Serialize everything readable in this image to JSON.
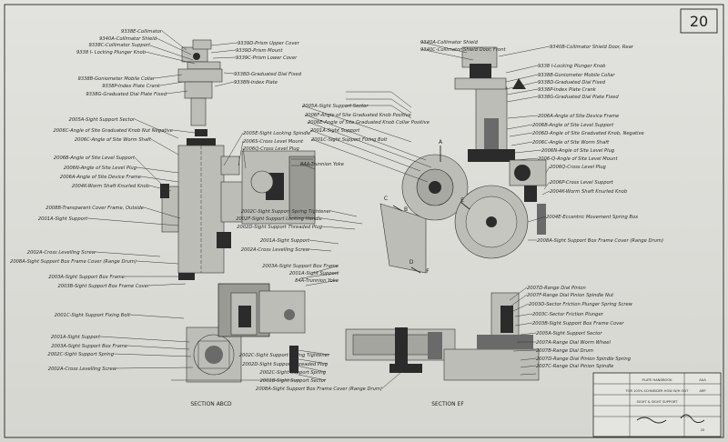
{
  "sheet": {
    "number": "20"
  },
  "sections": {
    "abcd": "SECTION ABCD",
    "ef": "SECTION EF"
  },
  "plane_marks": {
    "a": "A",
    "b": "B",
    "c": "C",
    "d": "D",
    "e": "E",
    "f": "F"
  },
  "labels_left": [
    "9338E-Collimator",
    "9340A-Collimator Shield",
    "9338C-Collimator Support",
    "9338 I- Locking Plunger Knob",
    "9338B-Goniometer Mobile Collar",
    "9338P-Index Plate Crank",
    "9338G-Graduated Dial Plate Fixed",
    "2005A-Sight Support Sector",
    "2006C-Angle of Site Graduated Knob Nut Negative",
    "2006C-Angle of Site Worm Shaft",
    "2006B-Angle of Site Level Support",
    "2006N-Angle of Site Level Plug",
    "2006A-Angle of Site Device Frame",
    "2004K-Worm Shaft Knurled Knob",
    "2008B-Transparent Cover Frame, Outside",
    "2001A-Sight Support",
    "2002A-Cross Levelling Screw",
    "2008A-Sight Support Box Frame Cover (Range Drum)",
    "2003A-Sight Support Box Frame",
    "2003B-Sight Support Box Frame Cover",
    "2001C-Sight Support Fixing Bolt",
    "2001A-Sight Support",
    "2003A-Sight Support Box Frame",
    "2002C-Sight Support Spring",
    "2002A-Cross Levelling Screw"
  ],
  "labels_top_center": [
    "9339D-Prism Upper Cover",
    "9339D-Prism Mount",
    "9339C-Prism Lower Cover",
    "9338D-Graduated Dial Fixed",
    "9338N-Index Plate",
    "2005E-Sight Locking Spindle",
    "2006S-Cross Level Mount",
    "2006Q-Cross Level Plug",
    "84A-Trunnion Yoke",
    "2005A-Sight Support Sector",
    "2006F-Angle of Site Graduated Knob Positive",
    "2006E-Angle of Site Graduated Knob Collar Positive",
    "2001A-Sight Support",
    "2001C-Sight Support Fixing Bolt"
  ],
  "labels_mid_center": [
    "2002C-Sight Support Spring Tightener",
    "2002F-Sight Support Locking Handle",
    "2002D-Sight Support Threaded Plug",
    "2001A-Sight Support",
    "2002A-Cross Levelling Screw",
    "2003A-Sight Support Box Frame",
    "2001A-Sight Support",
    "84A-Trunnion Yoke"
  ],
  "labels_bottom_center": [
    "2002C-Sight Support Spring Tightener",
    "2002D-Sight Support Threaded Plug",
    "2002C-Sight Support Spring",
    "2001B-Sight Support Sector",
    "2008A-Sight Support Box Frame Cover (Range Drum)"
  ],
  "labels_right": [
    "9340A-Collimator Shield",
    "9340C-Collimator Shield Door, Front",
    "9340B-Collimator Shield Door, Rear",
    "9338 I-Locking Plunger Knob",
    "9338B-Goniometer Mobile Collar",
    "9338D-Graduated Dial Fixed",
    "9338P-Index Plate Crank",
    "9338G-Graduated Dial Plate Fixed",
    "2006A-Angle of Site Device Frame",
    "2006B-Angle of Site Level Support",
    "2006D-Angle of Site Graduated Knob, Negative",
    "2006C-Angle of Site Worm Shaft",
    "2006N-Angle of Site Level Plug",
    "2006-Q-Angle of Site Level Mount",
    "2006Q-Cross Level Plug",
    "2006P-Cross Level Support",
    "2004K-Worm Shaft Knurled Knob",
    "2004E-Eccentric Movement Spring Box",
    "2008A-Sight Support Box Frame Cover (Range Drum)",
    "2007D-Range Dial Pinion",
    "2007F-Range Dial Pinion Spindle Nut",
    "2003D-Sector Friction Plunger Spring Screw",
    "2003C-Sector Friction Plunger",
    "2003B-Sight Support Box Frame Cover",
    "2005A-Sight Support Sector",
    "2007A-Range Dial Worm Wheel",
    "2007B-Range Dial Drum",
    "2007D-Range Dial Pinion Spindle Spring",
    "2007C-Range Dial Pinion Spindle"
  ],
  "title_block": {
    "line1": "PLATE HANDBOOK",
    "line2": "FOR 105% SCHNEIDER HOW W/H ODT",
    "line3": "SIGHT & SIGHT SUPPORT",
    "ref": "AAA",
    "ref2": "ARP",
    "sheet_no": "20"
  }
}
